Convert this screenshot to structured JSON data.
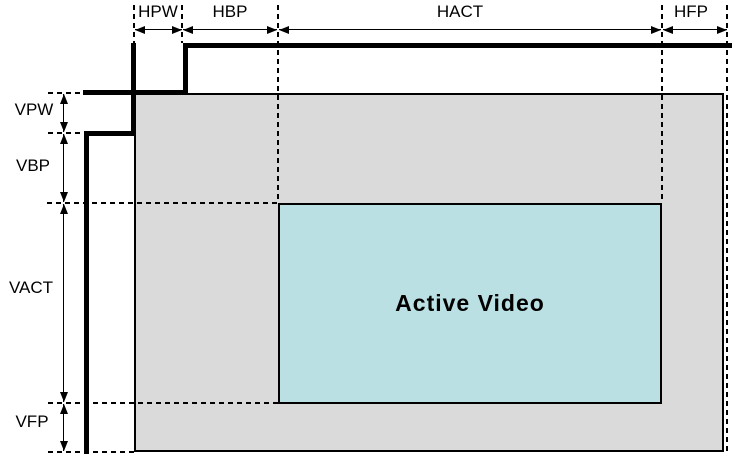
{
  "diagram": {
    "type": "display-video-timing-diagram",
    "active_video_label": "Active Video",
    "horizontal_params": [
      {
        "label": "HPW"
      },
      {
        "label": "HBP"
      },
      {
        "label": "HACT"
      },
      {
        "label": "HFP"
      }
    ],
    "vertical_params": [
      {
        "label": "VPW"
      },
      {
        "label": "VBP"
      },
      {
        "label": "VACT"
      },
      {
        "label": "VFP"
      }
    ],
    "colors": {
      "background": "#ffffff",
      "blanking_fill": "#dadada",
      "active_fill": "#bae0e3",
      "line": "#000000"
    }
  }
}
